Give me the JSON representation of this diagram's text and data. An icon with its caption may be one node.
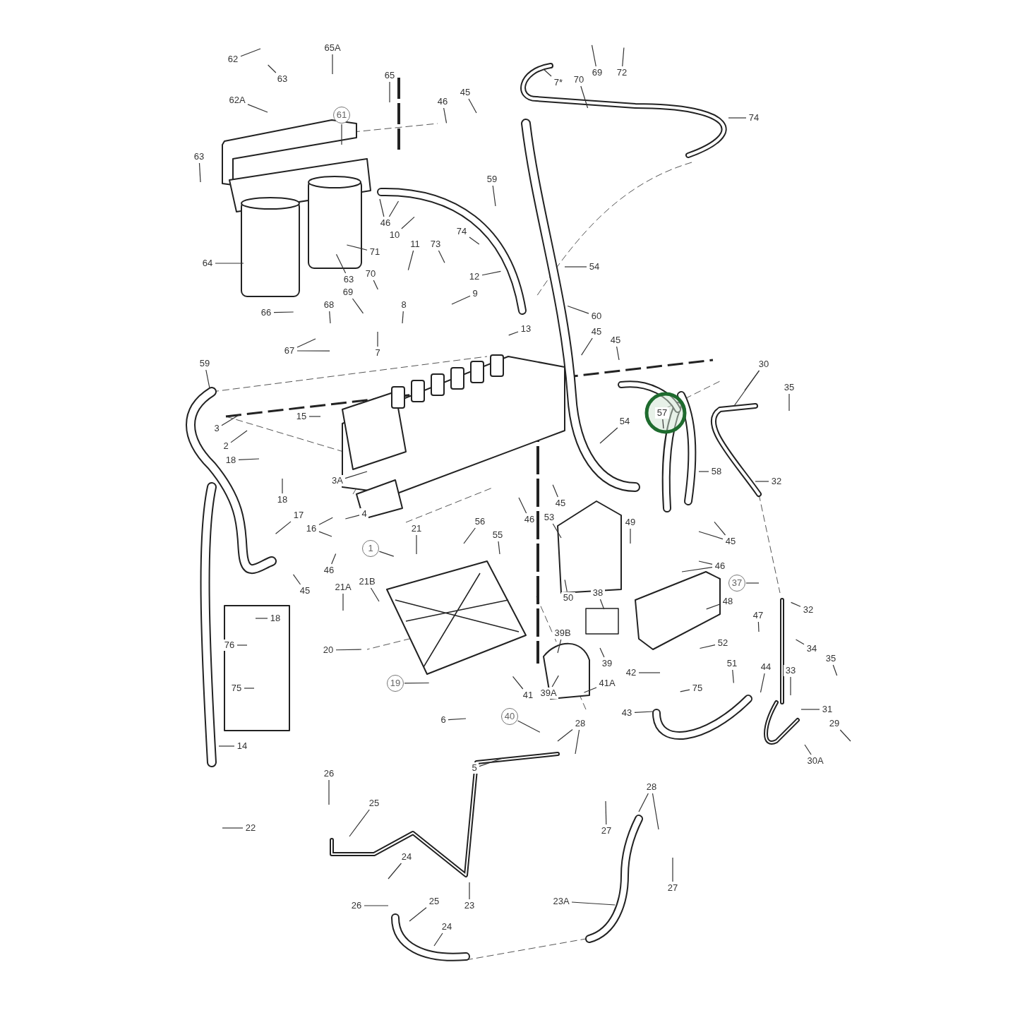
{
  "diagram": {
    "nodes": [
      {
        "text": [
          "62"
        ]
      },
      {
        "text": [
          "63"
        ]
      },
      {
        "text": [
          "62A"
        ]
      },
      {
        "text": [
          "65A"
        ]
      },
      {
        "text": [
          "65"
        ]
      },
      {
        "text": [
          "7*"
        ]
      },
      {
        "text": [
          "70"
        ]
      },
      {
        "text": [
          "69"
        ]
      },
      {
        "text": [
          "72"
        ]
      },
      {
        "text": [
          "45"
        ]
      },
      {
        "text": [
          "46"
        ]
      },
      {
        "text": [
          "61"
        ]
      },
      {
        "text": [
          "74"
        ]
      },
      {
        "text": [
          "63"
        ]
      },
      {
        "text": [
          "59"
        ]
      },
      {
        "text": [
          "46"
        ]
      },
      {
        "text": [
          "10"
        ]
      },
      {
        "text": [
          "73"
        ]
      },
      {
        "text": [
          "11"
        ]
      },
      {
        "text": [
          "74"
        ]
      },
      {
        "text": [
          "71"
        ]
      },
      {
        "text": [
          "64"
        ]
      },
      {
        "text": [
          "54"
        ]
      },
      {
        "text": [
          "12"
        ]
      },
      {
        "text": [
          "70"
        ]
      },
      {
        "text": [
          "63"
        ]
      },
      {
        "text": [
          "9"
        ]
      },
      {
        "text": [
          "69"
        ]
      },
      {
        "text": [
          "68"
        ]
      },
      {
        "text": [
          "8"
        ]
      },
      {
        "text": [
          "66"
        ]
      },
      {
        "text": [
          "60"
        ]
      },
      {
        "text": [
          "13"
        ]
      },
      {
        "text": [
          "45"
        ]
      },
      {
        "text": [
          "45"
        ]
      },
      {
        "text": [
          "67"
        ]
      },
      {
        "text": [
          "7"
        ]
      },
      {
        "text": [
          "59"
        ]
      },
      {
        "text": [
          "30"
        ]
      },
      {
        "text": [
          "35"
        ]
      },
      {
        "text": [
          "57"
        ]
      },
      {
        "text": [
          "15"
        ]
      },
      {
        "text": [
          "54"
        ]
      },
      {
        "text": [
          "3"
        ]
      },
      {
        "text": [
          "2"
        ]
      },
      {
        "text": [
          "18"
        ]
      },
      {
        "text": [
          "58"
        ]
      },
      {
        "text": [
          "32"
        ]
      },
      {
        "text": [
          "3A"
        ]
      },
      {
        "text": [
          "18"
        ]
      },
      {
        "text": [
          "45"
        ]
      },
      {
        "text": [
          "17"
        ]
      },
      {
        "text": [
          "4"
        ]
      },
      {
        "text": [
          "46"
        ]
      },
      {
        "text": [
          "53"
        ]
      },
      {
        "text": [
          "56"
        ]
      },
      {
        "text": [
          "49"
        ]
      },
      {
        "text": [
          "16"
        ]
      },
      {
        "text": [
          "21"
        ]
      },
      {
        "text": [
          "55"
        ]
      },
      {
        "text": [
          "45"
        ]
      },
      {
        "text": [
          "1"
        ]
      },
      {
        "text": [
          "46"
        ]
      },
      {
        "text": [
          "46"
        ]
      },
      {
        "text": [
          "37"
        ]
      },
      {
        "text": [
          "21A"
        ]
      },
      {
        "text": [
          "21B"
        ]
      },
      {
        "text": [
          "45"
        ]
      },
      {
        "text": [
          "38"
        ]
      },
      {
        "text": [
          "50"
        ]
      },
      {
        "text": [
          "48"
        ]
      },
      {
        "text": [
          "32"
        ]
      },
      {
        "text": [
          "47"
        ]
      },
      {
        "text": [
          "18"
        ]
      },
      {
        "text": [
          "39B"
        ]
      },
      {
        "text": [
          "52"
        ]
      },
      {
        "text": [
          "76"
        ]
      },
      {
        "text": [
          "34"
        ]
      },
      {
        "text": [
          "20"
        ]
      },
      {
        "text": [
          "35"
        ]
      },
      {
        "text": [
          "51"
        ]
      },
      {
        "text": [
          "44"
        ]
      },
      {
        "text": [
          "39"
        ]
      },
      {
        "text": [
          "42"
        ]
      },
      {
        "text": [
          "33"
        ]
      },
      {
        "text": [
          "41A"
        ]
      },
      {
        "text": [
          "19"
        ]
      },
      {
        "text": [
          "75"
        ]
      },
      {
        "text": [
          "75"
        ]
      },
      {
        "text": [
          "41"
        ]
      },
      {
        "text": [
          "39A"
        ]
      },
      {
        "text": [
          "31"
        ]
      },
      {
        "text": [
          "43"
        ]
      },
      {
        "text": [
          "40"
        ]
      },
      {
        "text": [
          "6"
        ]
      },
      {
        "text": [
          "28"
        ]
      },
      {
        "text": [
          "29"
        ]
      },
      {
        "text": [
          "14"
        ]
      },
      {
        "text": [
          "30A"
        ]
      },
      {
        "text": [
          "5"
        ]
      },
      {
        "text": [
          "26"
        ]
      },
      {
        "text": [
          "28"
        ]
      },
      {
        "text": [
          "25"
        ]
      },
      {
        "text": [
          "22"
        ]
      },
      {
        "text": [
          "27"
        ]
      },
      {
        "text": [
          "24"
        ]
      },
      {
        "text": [
          "27"
        ]
      },
      {
        "text": [
          "23A"
        ]
      },
      {
        "text": [
          "23"
        ]
      },
      {
        "text": [
          "26"
        ]
      },
      {
        "text": [
          "25"
        ]
      },
      {
        "text": [
          "24"
        ]
      }
    ],
    "edges": [
      {
        "from": 0,
        "to": null,
        "arrow": "none"
      },
      {
        "from": 1,
        "to": null,
        "arrow": "none"
      },
      {
        "from": 2,
        "to": null,
        "arrow": "none"
      },
      {
        "from": 3,
        "to": null,
        "arrow": "none"
      },
      {
        "from": 4,
        "to": null,
        "arrow": "none"
      },
      {
        "from": 5,
        "to": null,
        "arrow": "none"
      },
      {
        "from": 6,
        "to": null,
        "arrow": "none"
      },
      {
        "from": 7,
        "to": null,
        "arrow": "none"
      },
      {
        "from": 8,
        "to": null,
        "arrow": "none"
      },
      {
        "from": 9,
        "to": null,
        "arrow": "none"
      },
      {
        "from": 10,
        "to": null,
        "arrow": "none"
      },
      {
        "from": 11,
        "to": null,
        "arrow": "none"
      },
      {
        "from": 12,
        "to": null,
        "arrow": "none"
      },
      {
        "from": 13,
        "to": null,
        "arrow": "none"
      },
      {
        "from": 14,
        "to": null,
        "arrow": "none"
      },
      {
        "from": 15,
        "to": null,
        "arrow": "none"
      },
      {
        "from": 15,
        "to": null,
        "arrow": "none"
      },
      {
        "from": 16,
        "to": null,
        "arrow": "none"
      },
      {
        "from": 17,
        "to": null,
        "arrow": "none"
      },
      {
        "from": 18,
        "to": null,
        "arrow": "none"
      },
      {
        "from": 19,
        "to": null,
        "arrow": "none"
      },
      {
        "from": 20,
        "to": null,
        "arrow": "none"
      },
      {
        "from": 21,
        "to": null,
        "arrow": "none"
      },
      {
        "from": 22,
        "to": null,
        "arrow": "none"
      },
      {
        "from": 23,
        "to": null,
        "arrow": "none"
      },
      {
        "from": 24,
        "to": null,
        "arrow": "none"
      },
      {
        "from": 25,
        "to": null,
        "arrow": "none"
      },
      {
        "from": 26,
        "to": null,
        "arrow": "none"
      },
      {
        "from": 27,
        "to": null,
        "arrow": "none"
      },
      {
        "from": 28,
        "to": null,
        "arrow": "none"
      },
      {
        "from": 29,
        "to": null,
        "arrow": "none"
      },
      {
        "from": 30,
        "to": null,
        "arrow": "none"
      },
      {
        "from": 31,
        "to": null,
        "arrow": "none"
      },
      {
        "from": 32,
        "to": null,
        "arrow": "none"
      },
      {
        "from": 33,
        "to": null,
        "arrow": "none"
      },
      {
        "from": 34,
        "to": null,
        "arrow": "none"
      },
      {
        "from": 35,
        "to": null,
        "arrow": "none"
      },
      {
        "from": 35,
        "to": null,
        "arrow": "none"
      },
      {
        "from": 36,
        "to": null,
        "arrow": "none"
      },
      {
        "from": 37,
        "to": null,
        "arrow": "none"
      },
      {
        "from": 38,
        "to": null,
        "arrow": "none"
      },
      {
        "from": 38,
        "to": null,
        "arrow": "none"
      },
      {
        "from": 39,
        "to": null,
        "arrow": "none"
      },
      {
        "from": 40,
        "to": null,
        "arrow": "none"
      },
      {
        "from": 41,
        "to": null,
        "arrow": "none"
      },
      {
        "from": 42,
        "to": null,
        "arrow": "none"
      },
      {
        "from": 43,
        "to": null,
        "arrow": "none"
      },
      {
        "from": 44,
        "to": null,
        "arrow": "none"
      },
      {
        "from": 45,
        "to": null,
        "arrow": "none"
      },
      {
        "from": 46,
        "to": null,
        "arrow": "none"
      },
      {
        "from": 47,
        "to": null,
        "arrow": "none"
      },
      {
        "from": 48,
        "to": null,
        "arrow": "none"
      },
      {
        "from": 49,
        "to": null,
        "arrow": "none"
      },
      {
        "from": 50,
        "to": null,
        "arrow": "none"
      },
      {
        "from": 51,
        "to": null,
        "arrow": "none"
      },
      {
        "from": 52,
        "to": null,
        "arrow": "none"
      },
      {
        "from": 53,
        "to": null,
        "arrow": "none"
      },
      {
        "from": 54,
        "to": null,
        "arrow": "none"
      },
      {
        "from": 55,
        "to": null,
        "arrow": "none"
      },
      {
        "from": 56,
        "to": null,
        "arrow": "none"
      },
      {
        "from": 57,
        "to": null,
        "arrow": "none"
      },
      {
        "from": 57,
        "to": null,
        "arrow": "none"
      },
      {
        "from": 58,
        "to": null,
        "arrow": "none"
      },
      {
        "from": 59,
        "to": null,
        "arrow": "none"
      },
      {
        "from": 60,
        "to": null,
        "arrow": "none"
      },
      {
        "from": 60,
        "to": null,
        "arrow": "none"
      },
      {
        "from": 61,
        "to": null,
        "arrow": "none"
      },
      {
        "from": 62,
        "to": null,
        "arrow": "none"
      },
      {
        "from": 62,
        "to": null,
        "arrow": "none"
      },
      {
        "from": 63,
        "to": null,
        "arrow": "none"
      },
      {
        "from": 64,
        "to": null,
        "arrow": "none"
      },
      {
        "from": 65,
        "to": null,
        "arrow": "none"
      },
      {
        "from": 66,
        "to": null,
        "arrow": "none"
      },
      {
        "from": 67,
        "to": null,
        "arrow": "none"
      },
      {
        "from": 68,
        "to": null,
        "arrow": "none"
      },
      {
        "from": 69,
        "to": null,
        "arrow": "none"
      },
      {
        "from": 70,
        "to": null,
        "arrow": "none"
      },
      {
        "from": 71,
        "to": null,
        "arrow": "none"
      },
      {
        "from": 72,
        "to": null,
        "arrow": "none"
      },
      {
        "from": 73,
        "to": null,
        "arrow": "none"
      },
      {
        "from": 74,
        "to": null,
        "arrow": "none"
      },
      {
        "from": 75,
        "to": null,
        "arrow": "none"
      },
      {
        "from": 76,
        "to": null,
        "arrow": "none"
      },
      {
        "from": 77,
        "to": null,
        "arrow": "none"
      },
      {
        "from": 78,
        "to": null,
        "arrow": "none"
      },
      {
        "from": 79,
        "to": null,
        "arrow": "none"
      },
      {
        "from": 80,
        "to": null,
        "arrow": "none"
      },
      {
        "from": 81,
        "to": null,
        "arrow": "none"
      },
      {
        "from": 82,
        "to": null,
        "arrow": "none"
      },
      {
        "from": 83,
        "to": null,
        "arrow": "none"
      },
      {
        "from": 84,
        "to": null,
        "arrow": "none"
      },
      {
        "from": 85,
        "to": null,
        "arrow": "none"
      },
      {
        "from": 86,
        "to": null,
        "arrow": "none"
      },
      {
        "from": 87,
        "to": null,
        "arrow": "none"
      },
      {
        "from": 88,
        "to": null,
        "arrow": "none"
      },
      {
        "from": 89,
        "to": null,
        "arrow": "none"
      },
      {
        "from": 90,
        "to": null,
        "arrow": "none"
      },
      {
        "from": 91,
        "to": null,
        "arrow": "none"
      },
      {
        "from": 92,
        "to": null,
        "arrow": "none"
      },
      {
        "from": 93,
        "to": null,
        "arrow": "none"
      },
      {
        "from": 94,
        "to": null,
        "arrow": "none"
      },
      {
        "from": 95,
        "to": null,
        "arrow": "none"
      },
      {
        "from": 95,
        "to": null,
        "arrow": "none"
      },
      {
        "from": 96,
        "to": null,
        "arrow": "none"
      },
      {
        "from": 97,
        "to": null,
        "arrow": "none"
      },
      {
        "from": 98,
        "to": null,
        "arrow": "none"
      },
      {
        "from": 99,
        "to": null,
        "arrow": "none"
      },
      {
        "from": 100,
        "to": null,
        "arrow": "none"
      },
      {
        "from": 101,
        "to": null,
        "arrow": "none"
      },
      {
        "from": 101,
        "to": null,
        "arrow": "none"
      },
      {
        "from": 102,
        "to": null,
        "arrow": "none"
      },
      {
        "from": 103,
        "to": null,
        "arrow": "none"
      },
      {
        "from": 104,
        "to": null,
        "arrow": "none"
      },
      {
        "from": 105,
        "to": null,
        "arrow": "none"
      },
      {
        "from": 106,
        "to": null,
        "arrow": "none"
      },
      {
        "from": 107,
        "to": null,
        "arrow": "none"
      },
      {
        "from": 108,
        "to": null,
        "arrow": "none"
      },
      {
        "from": 109,
        "to": null,
        "arrow": "none"
      },
      {
        "from": 110,
        "to": null,
        "arrow": "none"
      },
      {
        "from": 111,
        "to": null,
        "arrow": "none"
      }
    ]
  }
}
